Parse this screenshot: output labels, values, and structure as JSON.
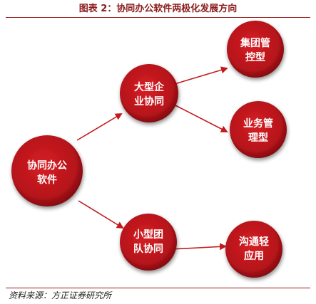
{
  "title": "图表 2：协同办公软件两极化发展方向",
  "source": "资料来源：方正证券研究所",
  "nodes": {
    "root": {
      "line1": "协同办公",
      "line2": "软件"
    },
    "large": {
      "line1": "大型企",
      "line2": "业协同"
    },
    "small": {
      "line1": "小型团",
      "line2": "队协同"
    },
    "group": {
      "line1": "集团管",
      "line2": "控型"
    },
    "business": {
      "line1": "业务管",
      "line2": "理型"
    },
    "comm": {
      "line1": "沟通轻",
      "line2": "应用"
    }
  },
  "colors": {
    "node_fill": "#c0161c",
    "node_edge": "#7e0a0e",
    "arrow": "#c31a1e",
    "title": "#8a1a1a"
  }
}
